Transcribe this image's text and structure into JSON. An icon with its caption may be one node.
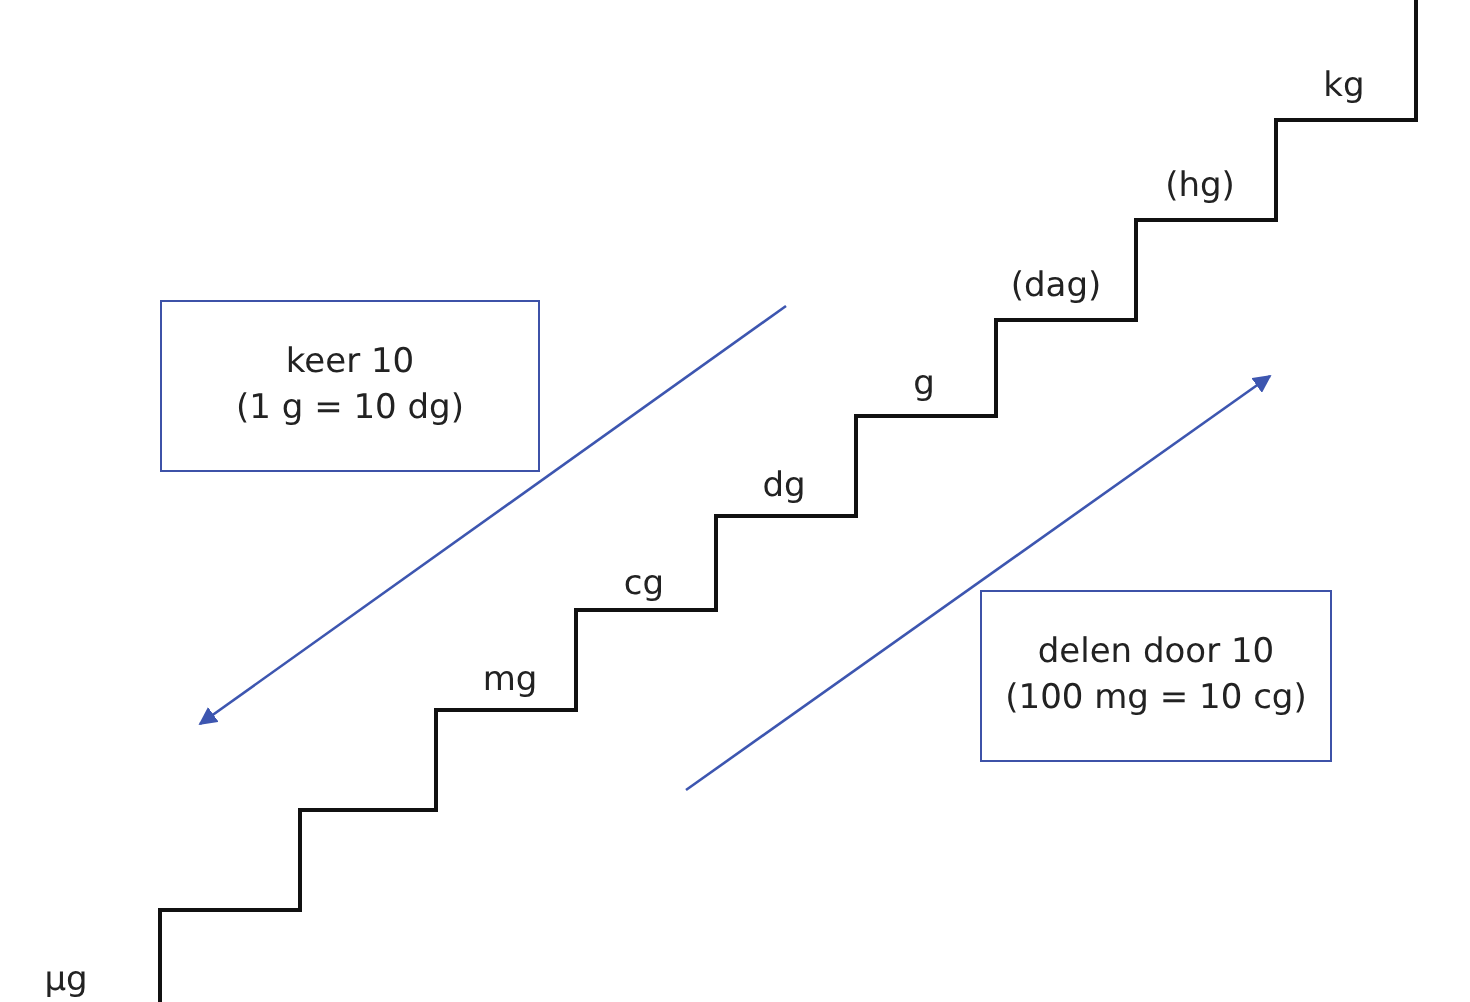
{
  "diagram": {
    "nodes": [
      {
        "text": [
          "keer 10",
          "(1 g = 10 dg)"
        ]
      },
      {
        "text": [
          "delen door 10",
          "(100 mg = 10 cg)"
        ]
      }
    ],
    "labels": [
      "kg",
      "(hg)",
      "(dag)",
      "g",
      "dg",
      "cg",
      "mg",
      "μg"
    ]
  }
}
